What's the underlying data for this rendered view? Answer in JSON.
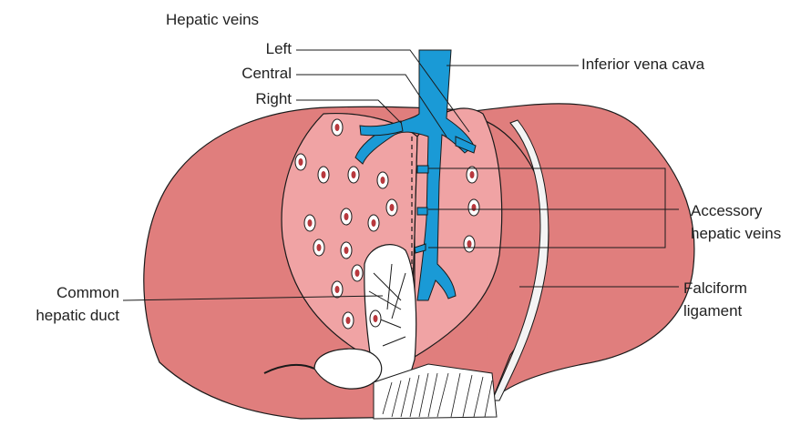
{
  "labels": {
    "hepatic_veins": "Hepatic veins",
    "left": "Left",
    "central": "Central",
    "right": "Right",
    "ivc": "Inferior vena cava",
    "accessory_1": "Accessory",
    "accessory_2": "hepatic veins",
    "common_1": "Common",
    "common_2": "hepatic duct",
    "falciform_1": "Falciform",
    "falciform_2": "ligament"
  },
  "colors": {
    "liver_outer": "#e07e7d",
    "liver_inner": "#f0a3a4",
    "vein": "#1a9ad6",
    "outline": "#1a1a1a",
    "vessel_dot": "#b8383d"
  }
}
